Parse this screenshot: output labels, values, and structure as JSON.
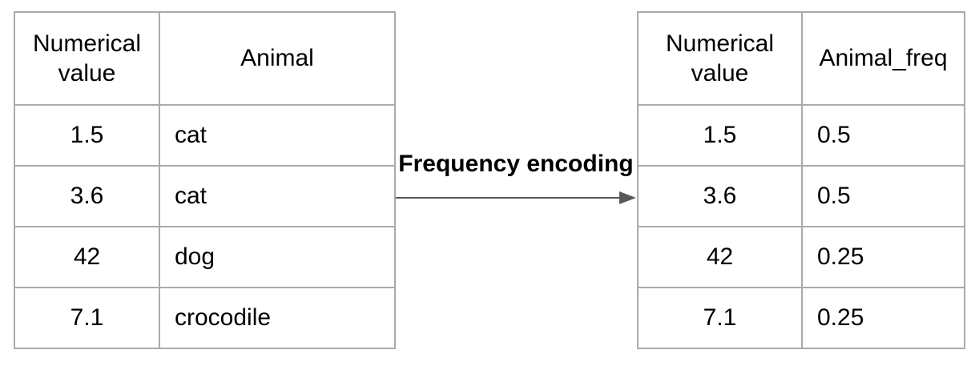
{
  "diagram": {
    "transform_label": "Frequency encoding"
  },
  "left_table": {
    "headers": [
      "Numerical value",
      "Animal"
    ],
    "rows": [
      [
        "1.5",
        "cat"
      ],
      [
        "3.6",
        "cat"
      ],
      [
        "42",
        "dog"
      ],
      [
        "7.1",
        "crocodile"
      ]
    ]
  },
  "right_table": {
    "headers": [
      "Numerical value",
      "Animal_freq"
    ],
    "rows": [
      [
        "1.5",
        "0.5"
      ],
      [
        "3.6",
        "0.5"
      ],
      [
        "42",
        "0.25"
      ],
      [
        "7.1",
        "0.25"
      ]
    ]
  },
  "colors": {
    "border": "#aaaaaa",
    "arrow": "#595959",
    "text": "#000000",
    "background": "#ffffff"
  }
}
